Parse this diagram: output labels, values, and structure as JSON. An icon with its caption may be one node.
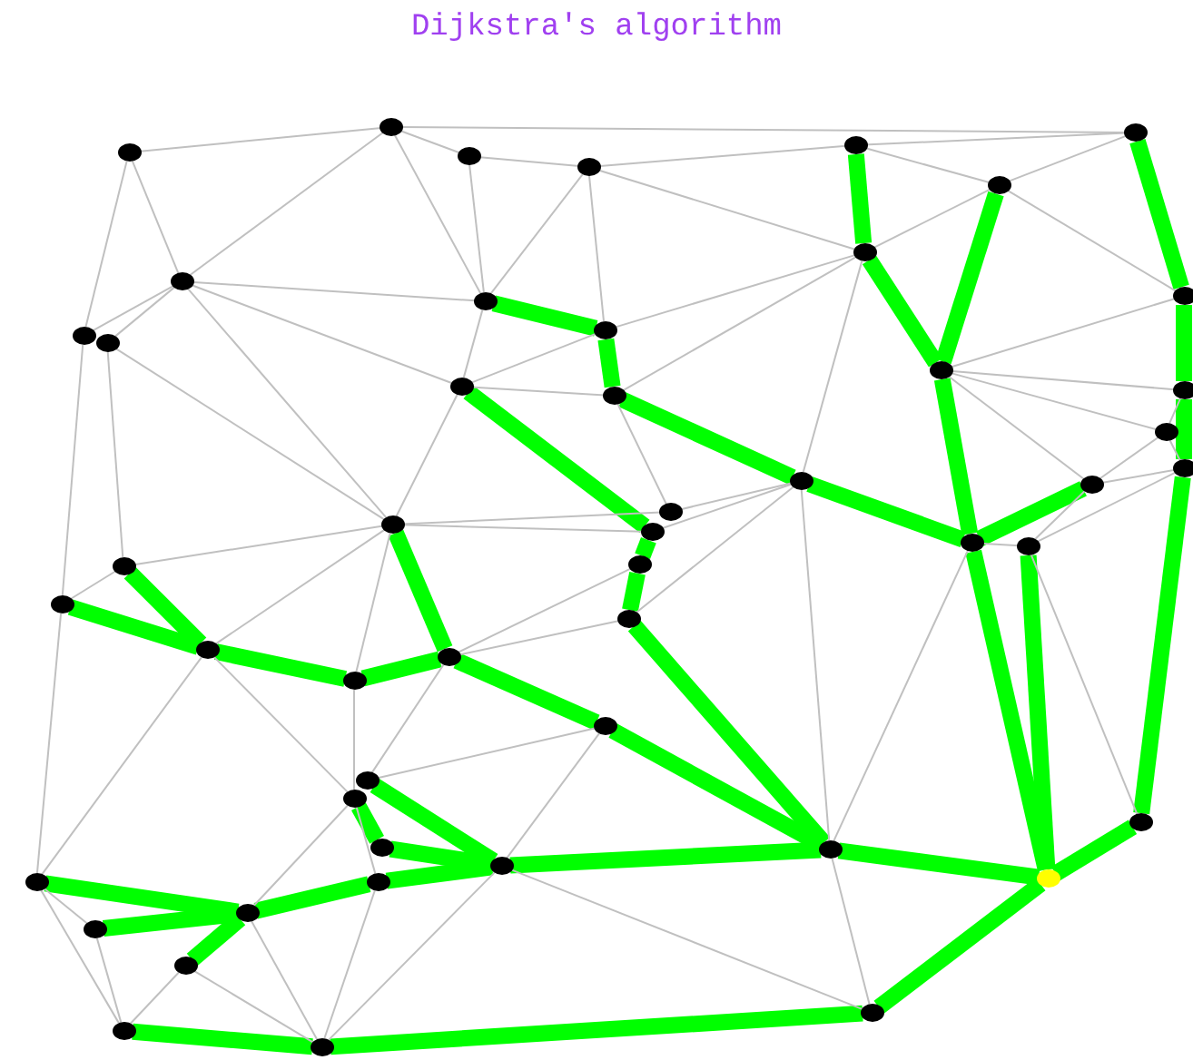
{
  "diagram": {
    "title": "Dijkstra's algorithm",
    "nodes": [
      {
        "text": [],
        "shape": "circle"
      },
      {
        "text": [],
        "shape": "circle"
      },
      {
        "text": [],
        "shape": "circle"
      },
      {
        "text": [],
        "shape": "circle"
      },
      {
        "text": [],
        "shape": "circle"
      },
      {
        "text": [],
        "shape": "circle"
      },
      {
        "text": [],
        "shape": "circle"
      },
      {
        "text": [],
        "shape": "circle"
      },
      {
        "text": [],
        "shape": "circle"
      },
      {
        "text": [],
        "shape": "circle"
      },
      {
        "text": [],
        "shape": "circle"
      },
      {
        "text": [],
        "shape": "circle"
      },
      {
        "text": [],
        "shape": "circle"
      },
      {
        "text": [],
        "shape": "circle"
      },
      {
        "text": [],
        "shape": "circle"
      },
      {
        "text": [],
        "shape": "circle"
      },
      {
        "text": [],
        "shape": "circle"
      },
      {
        "text": [],
        "shape": "circle"
      },
      {
        "text": [],
        "shape": "circle"
      },
      {
        "text": [],
        "shape": "circle"
      },
      {
        "text": [],
        "shape": "circle"
      },
      {
        "text": [],
        "shape": "circle"
      },
      {
        "text": [],
        "shape": "circle"
      },
      {
        "text": [],
        "shape": "circle"
      },
      {
        "text": [],
        "shape": "circle"
      },
      {
        "text": [],
        "shape": "circle"
      },
      {
        "text": [],
        "shape": "circle"
      },
      {
        "text": [],
        "shape": "circle"
      },
      {
        "text": [],
        "shape": "circle"
      },
      {
        "text": [],
        "shape": "circle"
      },
      {
        "text": [],
        "shape": "circle"
      },
      {
        "text": [],
        "shape": "circle"
      },
      {
        "text": [],
        "shape": "circle"
      },
      {
        "text": [],
        "shape": "circle"
      },
      {
        "text": [],
        "shape": "circle"
      },
      {
        "text": [],
        "shape": "circle"
      },
      {
        "text": [],
        "shape": "circle"
      },
      {
        "text": [],
        "shape": "circle"
      },
      {
        "text": [],
        "shape": "circle"
      },
      {
        "text": [],
        "shape": "circle"
      },
      {
        "text": [],
        "shape": "circle"
      },
      {
        "text": [],
        "shape": "circle"
      },
      {
        "text": [],
        "shape": "circle"
      },
      {
        "text": [],
        "shape": "circle"
      },
      {
        "text": [],
        "shape": "circle"
      },
      {
        "text": [],
        "shape": "circle"
      },
      {
        "text": [],
        "shape": "circle"
      },
      {
        "text": [],
        "shape": "circle"
      },
      {
        "text": [],
        "shape": "circle"
      },
      {
        "text": [],
        "shape": "circle"
      }
    ],
    "edges": [
      {
        "from": 5,
        "to": 13,
        "arrow": "none",
        "style": "thick",
        "color": "#00ff00"
      },
      {
        "from": 13,
        "to": 17,
        "arrow": "none",
        "style": "thick",
        "color": "#00ff00"
      },
      {
        "from": 17,
        "to": 26,
        "arrow": "none",
        "style": "thick",
        "color": "#00ff00"
      },
      {
        "from": 26,
        "to": 39,
        "arrow": "none",
        "style": "thick",
        "color": "#00ff00"
      },
      {
        "from": 39,
        "to": 43,
        "arrow": "none",
        "style": "thick",
        "color": "#00ff00"
      },
      {
        "from": 25,
        "to": 43,
        "arrow": "none",
        "style": "thick",
        "color": "#00ff00"
      },
      {
        "from": 24,
        "to": 43,
        "arrow": "none",
        "style": "thick",
        "color": "#00ff00"
      },
      {
        "from": 24,
        "to": 20,
        "arrow": "none",
        "style": "thick",
        "color": "#00ff00"
      },
      {
        "from": 24,
        "to": 16,
        "arrow": "none",
        "style": "thick",
        "color": "#00ff00"
      },
      {
        "from": 16,
        "to": 7,
        "arrow": "none",
        "style": "thick",
        "color": "#00ff00"
      },
      {
        "from": 7,
        "to": 4,
        "arrow": "none",
        "style": "thick",
        "color": "#00ff00"
      },
      {
        "from": 16,
        "to": 6,
        "arrow": "none",
        "style": "thick",
        "color": "#00ff00"
      },
      {
        "from": 24,
        "to": 19,
        "arrow": "none",
        "style": "thick",
        "color": "#00ff00"
      },
      {
        "from": 19,
        "to": 15,
        "arrow": "none",
        "style": "thick",
        "color": "#00ff00"
      },
      {
        "from": 15,
        "to": 12,
        "arrow": "none",
        "style": "thick",
        "color": "#00ff00"
      },
      {
        "from": 12,
        "to": 11,
        "arrow": "none",
        "style": "thick",
        "color": "#00ff00"
      },
      {
        "from": 14,
        "to": 23,
        "arrow": "none",
        "style": "thick",
        "color": "#00ff00"
      },
      {
        "from": 23,
        "to": 29,
        "arrow": "none",
        "style": "thick",
        "color": "#00ff00"
      },
      {
        "from": 29,
        "to": 33,
        "arrow": "none",
        "style": "thick",
        "color": "#00ff00"
      },
      {
        "from": 33,
        "to": 38,
        "arrow": "none",
        "style": "thick",
        "color": "#00ff00"
      },
      {
        "from": 22,
        "to": 32,
        "arrow": "none",
        "style": "thick",
        "color": "#00ff00"
      },
      {
        "from": 32,
        "to": 31,
        "arrow": "none",
        "style": "thick",
        "color": "#00ff00"
      },
      {
        "from": 31,
        "to": 30,
        "arrow": "none",
        "style": "thick",
        "color": "#00ff00"
      },
      {
        "from": 30,
        "to": 27,
        "arrow": "none",
        "style": "thick",
        "color": "#00ff00"
      },
      {
        "from": 30,
        "to": 28,
        "arrow": "none",
        "style": "thick",
        "color": "#00ff00"
      },
      {
        "from": 32,
        "to": 34,
        "arrow": "none",
        "style": "thick",
        "color": "#00ff00"
      },
      {
        "from": 34,
        "to": 38,
        "arrow": "none",
        "style": "thick",
        "color": "#00ff00"
      },
      {
        "from": 38,
        "to": 43,
        "arrow": "none",
        "style": "thick",
        "color": "#00ff00"
      },
      {
        "from": 38,
        "to": 40,
        "arrow": "none",
        "style": "thick",
        "color": "#00ff00"
      },
      {
        "from": 40,
        "to": 42,
        "arrow": "none",
        "style": "thick",
        "color": "#00ff00"
      },
      {
        "from": 42,
        "to": 45,
        "arrow": "none",
        "style": "thick",
        "color": "#00ff00"
      },
      {
        "from": 45,
        "to": 41,
        "arrow": "none",
        "style": "thick",
        "color": "#00ff00"
      },
      {
        "from": 45,
        "to": 44,
        "arrow": "none",
        "style": "thick",
        "color": "#00ff00"
      },
      {
        "from": 45,
        "to": 46,
        "arrow": "none",
        "style": "thick",
        "color": "#00ff00"
      },
      {
        "from": 40,
        "to": 35,
        "arrow": "none",
        "style": "thick",
        "color": "#00ff00"
      },
      {
        "from": 36,
        "to": 37,
        "arrow": "none",
        "style": "thick",
        "color": "#00ff00"
      },
      {
        "from": 37,
        "to": 40,
        "arrow": "none",
        "style": "thick",
        "color": "#00ff00"
      },
      {
        "from": 47,
        "to": 43,
        "arrow": "none",
        "style": "thick",
        "color": "#00ff00"
      },
      {
        "from": 47,
        "to": 49,
        "arrow": "none",
        "style": "thick",
        "color": "#00ff00"
      },
      {
        "from": 49,
        "to": 48,
        "arrow": "none",
        "style": "thick",
        "color": "#00ff00"
      },
      {
        "from": 0,
        "to": 1,
        "arrow": "none"
      },
      {
        "from": 0,
        "to": 8,
        "arrow": "none"
      },
      {
        "from": 0,
        "to": 9,
        "arrow": "none"
      },
      {
        "from": 1,
        "to": 8,
        "arrow": "none"
      },
      {
        "from": 1,
        "to": 2,
        "arrow": "none"
      },
      {
        "from": 1,
        "to": 11,
        "arrow": "none"
      },
      {
        "from": 1,
        "to": 5,
        "arrow": "none"
      },
      {
        "from": 2,
        "to": 11,
        "arrow": "none"
      },
      {
        "from": 2,
        "to": 3,
        "arrow": "none"
      },
      {
        "from": 3,
        "to": 11,
        "arrow": "none"
      },
      {
        "from": 3,
        "to": 12,
        "arrow": "none"
      },
      {
        "from": 3,
        "to": 4,
        "arrow": "none"
      },
      {
        "from": 3,
        "to": 7,
        "arrow": "none"
      },
      {
        "from": 4,
        "to": 5,
        "arrow": "none"
      },
      {
        "from": 4,
        "to": 6,
        "arrow": "none"
      },
      {
        "from": 5,
        "to": 6,
        "arrow": "none"
      },
      {
        "from": 6,
        "to": 7,
        "arrow": "none"
      },
      {
        "from": 6,
        "to": 13,
        "arrow": "none"
      },
      {
        "from": 7,
        "to": 12,
        "arrow": "none"
      },
      {
        "from": 7,
        "to": 15,
        "arrow": "none"
      },
      {
        "from": 7,
        "to": 19,
        "arrow": "none"
      },
      {
        "from": 8,
        "to": 9,
        "arrow": "none"
      },
      {
        "from": 8,
        "to": 10,
        "arrow": "none"
      },
      {
        "from": 8,
        "to": 11,
        "arrow": "none"
      },
      {
        "from": 8,
        "to": 14,
        "arrow": "none"
      },
      {
        "from": 8,
        "to": 22,
        "arrow": "none"
      },
      {
        "from": 10,
        "to": 22,
        "arrow": "none"
      },
      {
        "from": 9,
        "to": 28,
        "arrow": "none"
      },
      {
        "from": 10,
        "to": 27,
        "arrow": "none"
      },
      {
        "from": 11,
        "to": 14,
        "arrow": "none"
      },
      {
        "from": 14,
        "to": 12,
        "arrow": "none"
      },
      {
        "from": 14,
        "to": 15,
        "arrow": "none"
      },
      {
        "from": 14,
        "to": 22,
        "arrow": "none"
      },
      {
        "from": 15,
        "to": 21,
        "arrow": "none"
      },
      {
        "from": 16,
        "to": 13,
        "arrow": "none"
      },
      {
        "from": 16,
        "to": 17,
        "arrow": "none"
      },
      {
        "from": 16,
        "to": 18,
        "arrow": "none"
      },
      {
        "from": 16,
        "to": 20,
        "arrow": "none"
      },
      {
        "from": 19,
        "to": 21,
        "arrow": "none"
      },
      {
        "from": 19,
        "to": 23,
        "arrow": "none"
      },
      {
        "from": 19,
        "to": 33,
        "arrow": "none"
      },
      {
        "from": 19,
        "to": 38,
        "arrow": "none"
      },
      {
        "from": 24,
        "to": 25,
        "arrow": "none"
      },
      {
        "from": 24,
        "to": 38,
        "arrow": "none"
      },
      {
        "from": 20,
        "to": 18,
        "arrow": "none"
      },
      {
        "from": 20,
        "to": 26,
        "arrow": "none"
      },
      {
        "from": 20,
        "to": 25,
        "arrow": "none"
      },
      {
        "from": 25,
        "to": 26,
        "arrow": "none"
      },
      {
        "from": 25,
        "to": 39,
        "arrow": "none"
      },
      {
        "from": 22,
        "to": 21,
        "arrow": "none"
      },
      {
        "from": 22,
        "to": 23,
        "arrow": "none"
      },
      {
        "from": 22,
        "to": 31,
        "arrow": "none"
      },
      {
        "from": 22,
        "to": 30,
        "arrow": "none"
      },
      {
        "from": 22,
        "to": 27,
        "arrow": "none"
      },
      {
        "from": 32,
        "to": 33,
        "arrow": "none"
      },
      {
        "from": 32,
        "to": 29,
        "arrow": "none"
      },
      {
        "from": 32,
        "to": 35,
        "arrow": "none"
      },
      {
        "from": 31,
        "to": 36,
        "arrow": "none"
      },
      {
        "from": 30,
        "to": 36,
        "arrow": "none"
      },
      {
        "from": 30,
        "to": 41,
        "arrow": "none"
      },
      {
        "from": 28,
        "to": 41,
        "arrow": "none"
      },
      {
        "from": 27,
        "to": 28,
        "arrow": "none"
      },
      {
        "from": 41,
        "to": 44,
        "arrow": "none"
      },
      {
        "from": 41,
        "to": 48,
        "arrow": "none"
      },
      {
        "from": 44,
        "to": 48,
        "arrow": "none"
      },
      {
        "from": 46,
        "to": 48,
        "arrow": "none"
      },
      {
        "from": 46,
        "to": 49,
        "arrow": "none"
      },
      {
        "from": 45,
        "to": 49,
        "arrow": "none"
      },
      {
        "from": 42,
        "to": 49,
        "arrow": "none"
      },
      {
        "from": 40,
        "to": 49,
        "arrow": "none"
      },
      {
        "from": 40,
        "to": 47,
        "arrow": "none"
      },
      {
        "from": 38,
        "to": 47,
        "arrow": "none"
      },
      {
        "from": 34,
        "to": 40,
        "arrow": "none"
      },
      {
        "from": 36,
        "to": 42,
        "arrow": "none"
      },
      {
        "from": 36,
        "to": 45,
        "arrow": "none"
      },
      {
        "from": 35,
        "to": 34,
        "arrow": "none"
      },
      {
        "from": 18,
        "to": 26,
        "arrow": "none"
      },
      {
        "from": 17,
        "to": 18,
        "arrow": "none"
      }
    ]
  }
}
